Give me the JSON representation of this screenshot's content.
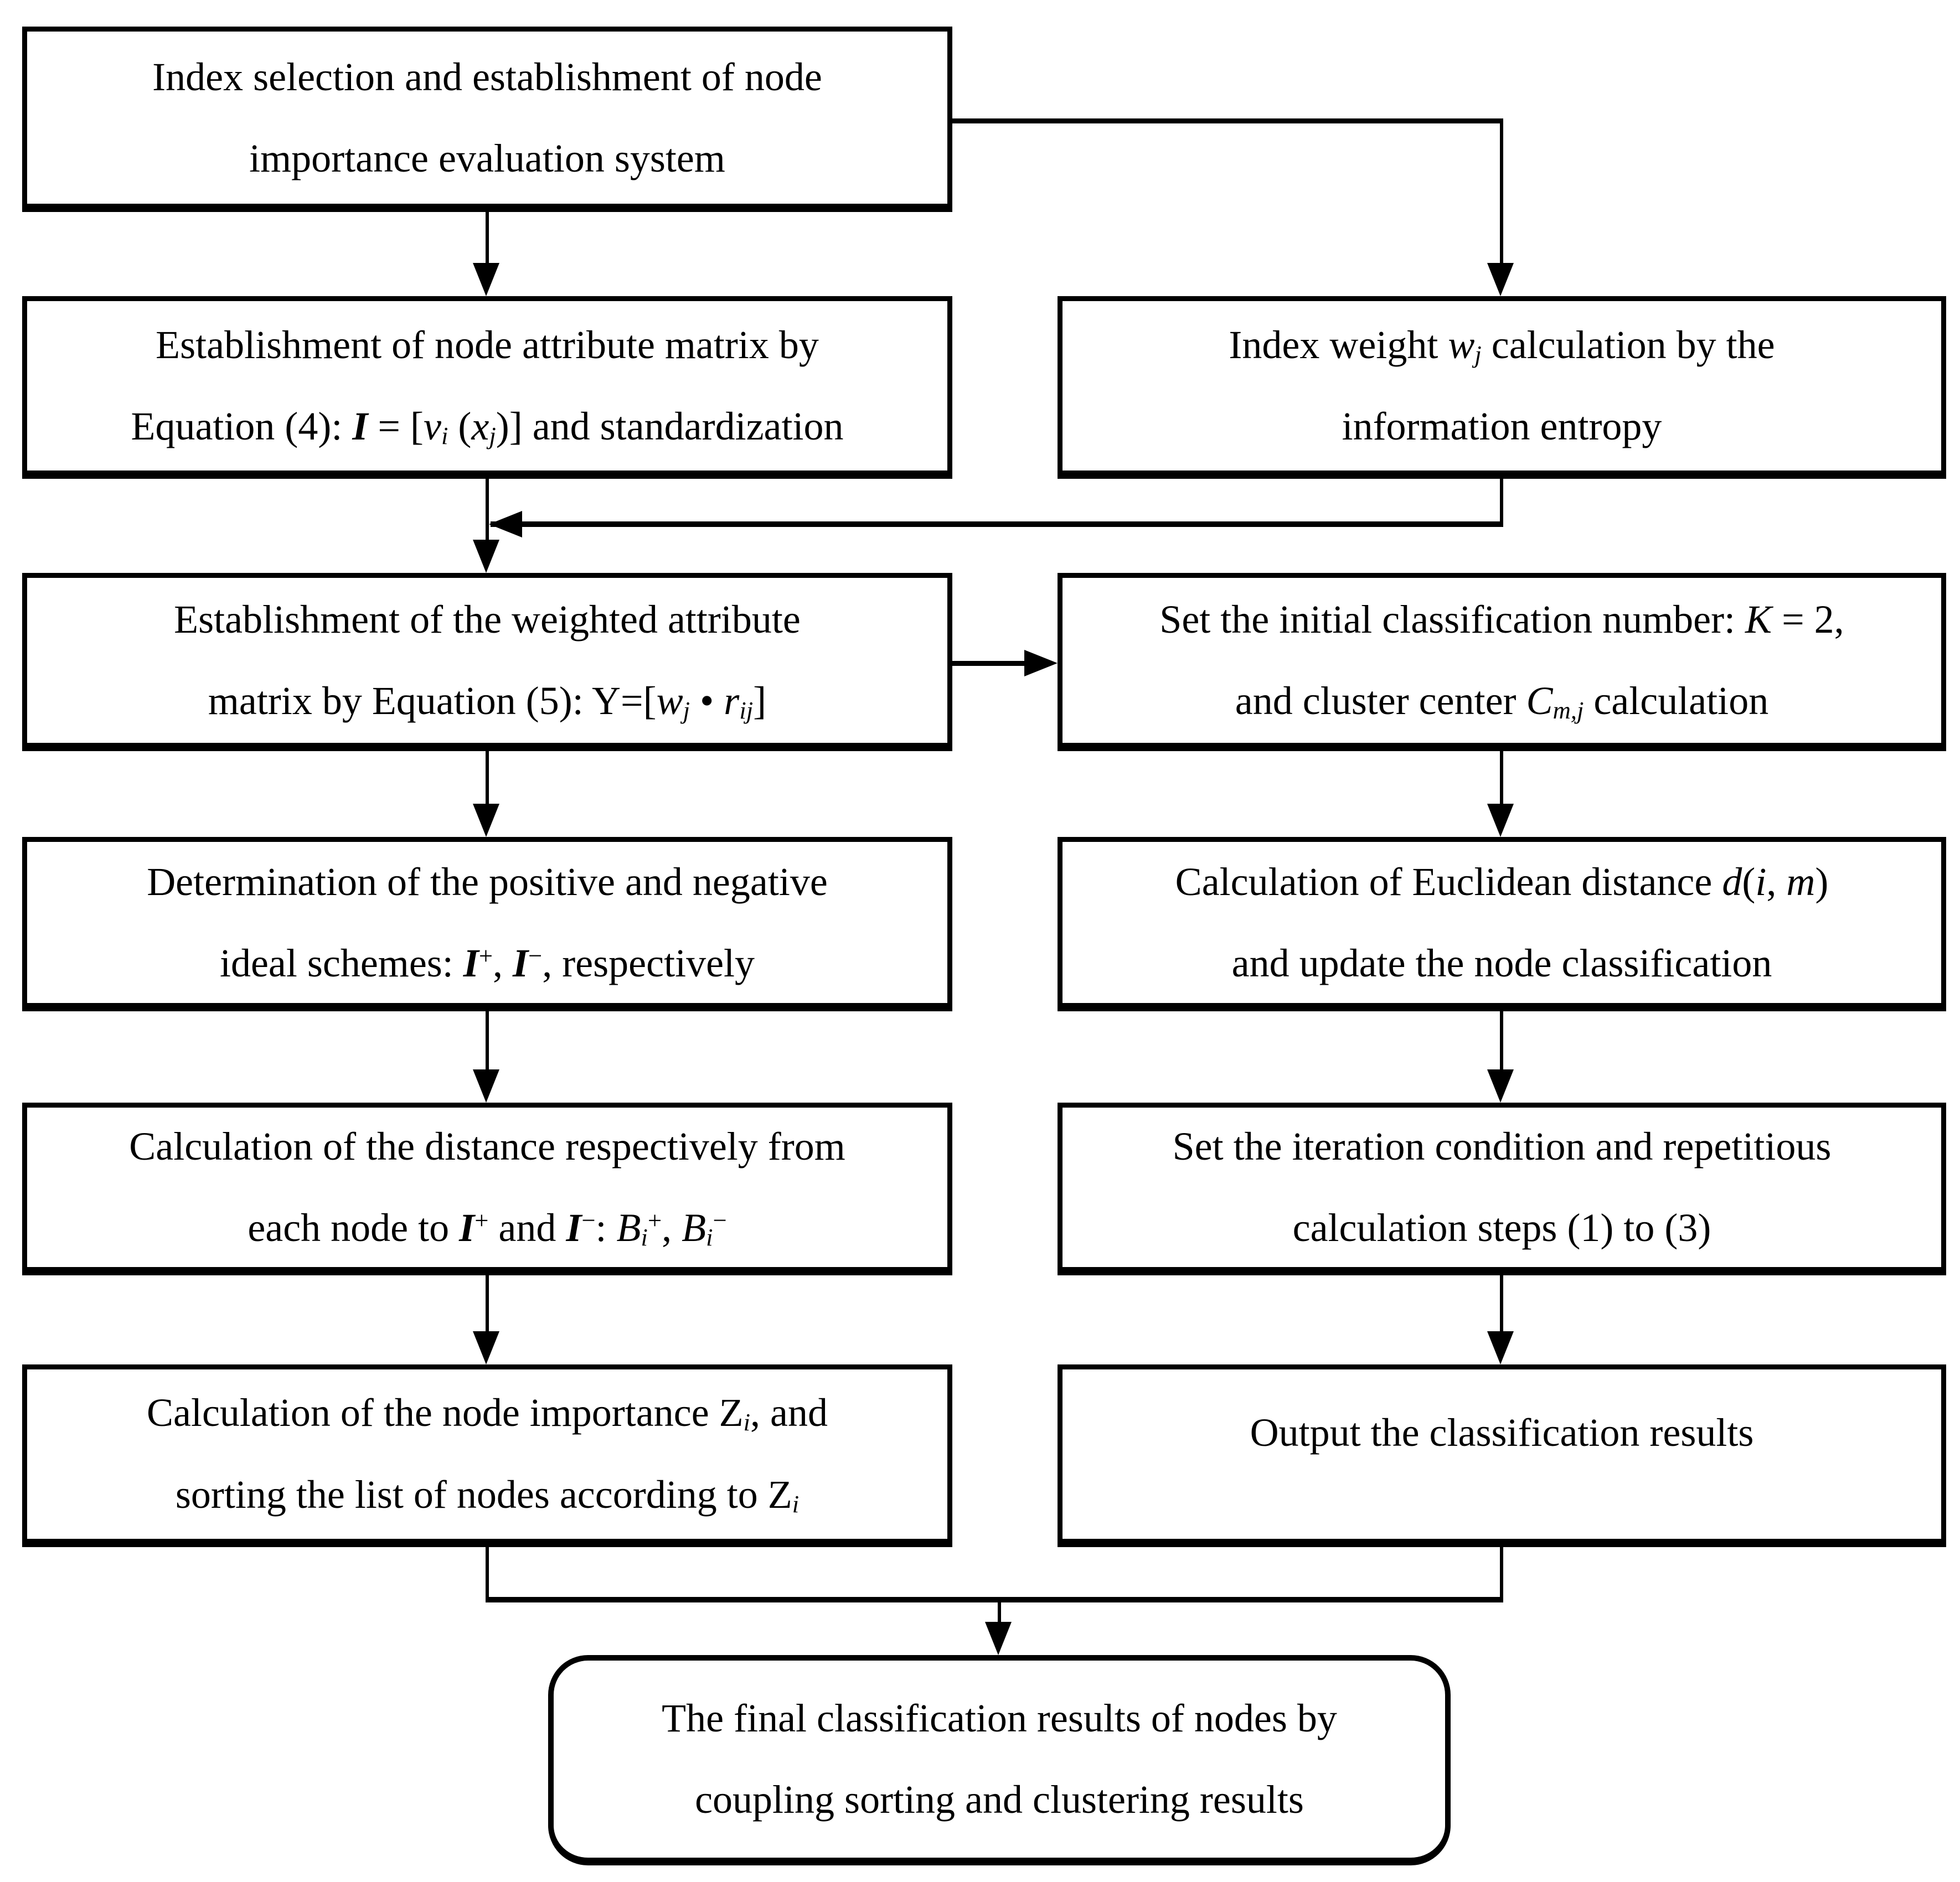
{
  "figure": {
    "kind": "flowchart",
    "background_color": "#ffffff",
    "line_color": "#000000"
  },
  "boxes": {
    "L1": {
      "shape": "rect",
      "lines": [
        [
          {
            "t": "Index selection and establishment of node"
          }
        ],
        [
          {
            "t": "importance evaluation system"
          }
        ]
      ]
    },
    "L2": {
      "shape": "rect",
      "lines": [
        [
          {
            "t": "Establishment of node attribute matrix by"
          }
        ],
        [
          {
            "t": "Equation (4): "
          },
          {
            "t": "I",
            "s": "bi"
          },
          {
            "t": " = ["
          },
          {
            "t": "v",
            "s": "i"
          },
          {
            "t": "i",
            "s": "subi"
          },
          {
            "t": " ("
          },
          {
            "t": "x",
            "s": "i"
          },
          {
            "t": "j",
            "s": "subi"
          },
          {
            "t": ")] and standardization"
          }
        ]
      ]
    },
    "L3": {
      "shape": "rect",
      "lines": [
        [
          {
            "t": "Establishment of the weighted attribute"
          }
        ],
        [
          {
            "t": "matrix by Equation (5): Y=["
          },
          {
            "t": "w",
            "s": "i"
          },
          {
            "t": "j",
            "s": "subi"
          },
          {
            "t": " • "
          },
          {
            "t": "r",
            "s": "i"
          },
          {
            "t": "ij",
            "s": "subi"
          },
          {
            "t": "]"
          }
        ]
      ]
    },
    "L4": {
      "shape": "rect",
      "lines": [
        [
          {
            "t": "Determination of the positive and negative"
          }
        ],
        [
          {
            "t": "ideal schemes: "
          },
          {
            "t": "I",
            "s": "bi"
          },
          {
            "t": "+",
            "s": "sup"
          },
          {
            "t": ", "
          },
          {
            "t": "I",
            "s": "bi"
          },
          {
            "t": "−",
            "s": "sup"
          },
          {
            "t": ", respectively"
          }
        ]
      ]
    },
    "L5": {
      "shape": "rect",
      "lines": [
        [
          {
            "t": "Calculation of the distance respectively from"
          }
        ],
        [
          {
            "t": "each node to "
          },
          {
            "t": "I",
            "s": "bi"
          },
          {
            "t": "+",
            "s": "sup"
          },
          {
            "t": " and "
          },
          {
            "t": "I",
            "s": "bi"
          },
          {
            "t": "−",
            "s": "sup"
          },
          {
            "t": ": "
          },
          {
            "t": "B",
            "s": "i"
          },
          {
            "t": "i",
            "s": "subi"
          },
          {
            "t": "+",
            "s": "sup"
          },
          {
            "t": ", "
          },
          {
            "t": "B",
            "s": "i"
          },
          {
            "t": "i",
            "s": "subi"
          },
          {
            "t": "−",
            "s": "sup"
          }
        ]
      ]
    },
    "L6": {
      "shape": "rect",
      "lines": [
        [
          {
            "t": "Calculation of the node importance Z"
          },
          {
            "t": "i",
            "s": "subi"
          },
          {
            "t": ", and"
          }
        ],
        [
          {
            "t": "sorting the list of nodes according to Z"
          },
          {
            "t": "i",
            "s": "subi"
          }
        ]
      ]
    },
    "R1": {
      "shape": "rect",
      "lines": [
        [
          {
            "t": "Index weight "
          },
          {
            "t": "w",
            "s": "i"
          },
          {
            "t": "j",
            "s": "subi"
          },
          {
            "t": " calculation by the"
          }
        ],
        [
          {
            "t": "information entropy"
          }
        ]
      ]
    },
    "R2": {
      "shape": "rect",
      "lines": [
        [
          {
            "t": "Set the initial classification number: "
          },
          {
            "t": "K",
            "s": "i"
          },
          {
            "t": " = 2,"
          }
        ],
        [
          {
            "t": "and cluster center "
          },
          {
            "t": "C",
            "s": "i"
          },
          {
            "t": "m,j",
            "s": "subi"
          },
          {
            "t": " calculation"
          }
        ]
      ]
    },
    "R3": {
      "shape": "rect",
      "lines": [
        [
          {
            "t": "Calculation of Euclidean distance "
          },
          {
            "t": "d",
            "s": "i"
          },
          {
            "t": "("
          },
          {
            "t": "i",
            "s": "i"
          },
          {
            "t": ", "
          },
          {
            "t": "m",
            "s": "i"
          },
          {
            "t": ")"
          }
        ],
        [
          {
            "t": "and update the node classification"
          }
        ]
      ]
    },
    "R4": {
      "shape": "rect",
      "lines": [
        [
          {
            "t": "Set the iteration condition and repetitious"
          }
        ],
        [
          {
            "t": "calculation steps (1) to (3)"
          }
        ]
      ]
    },
    "R5": {
      "shape": "rect",
      "lines": [
        [
          {
            "t": "Output the classification results"
          }
        ]
      ]
    },
    "FINAL": {
      "shape": "rounded",
      "lines": [
        [
          {
            "t": "The final classification results of nodes by"
          }
        ],
        [
          {
            "t": "coupling sorting and clustering results"
          }
        ]
      ]
    }
  }
}
